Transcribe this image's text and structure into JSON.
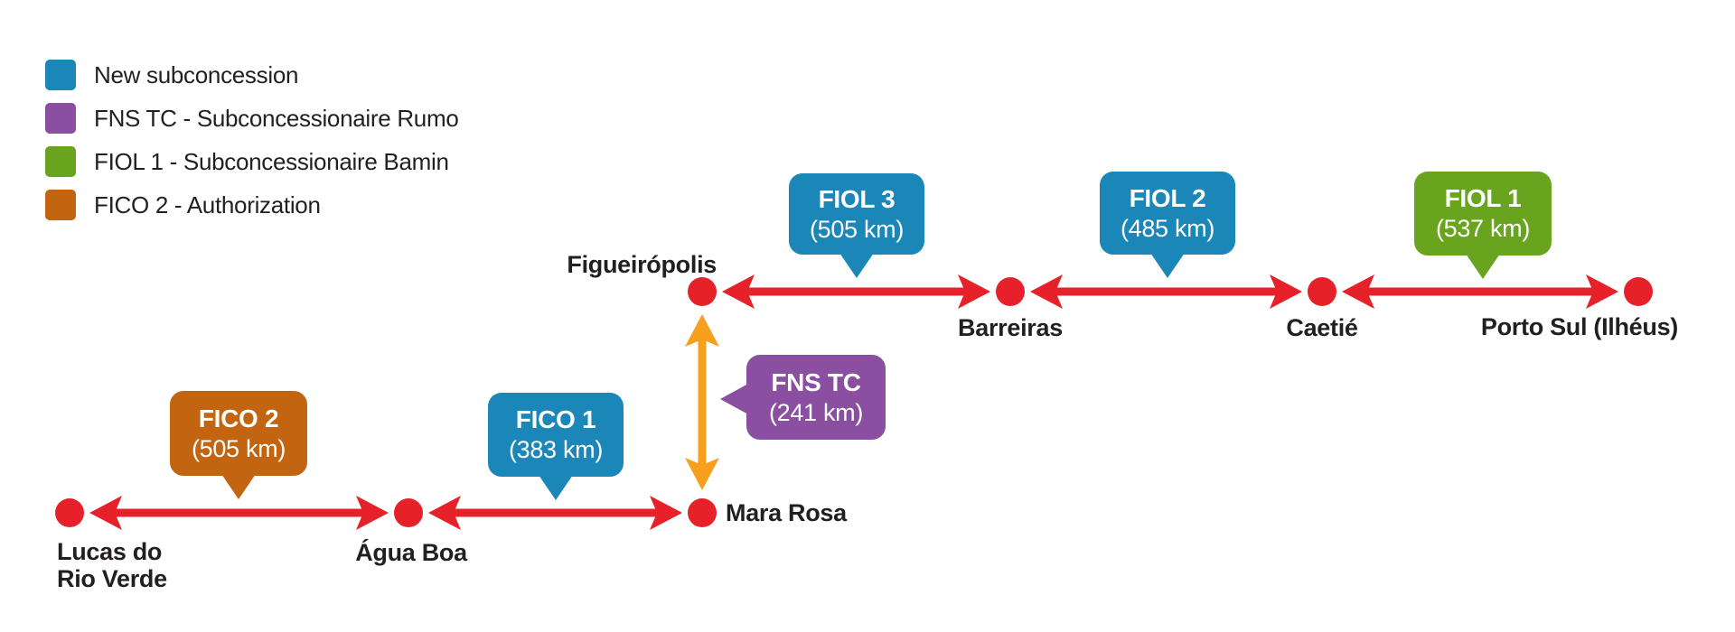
{
  "legend": {
    "items": [
      {
        "label": "New subconcession",
        "color": "#1b87b9"
      },
      {
        "label": "FNS TC - Subconcessionaire Rumo",
        "color": "#8a4fa0"
      },
      {
        "label": "FIOL 1 - Subconcessionaire Bamin",
        "color": "#68a41d"
      },
      {
        "label": "FICO 2 - Authorization",
        "color": "#c36410"
      }
    ]
  },
  "callouts": {
    "fiol3": {
      "title": "FIOL 3",
      "length": "(505 km)",
      "color": "#1b87b9"
    },
    "fiol2": {
      "title": "FIOL 2",
      "length": "(485 km)",
      "color": "#1b87b9"
    },
    "fiol1": {
      "title": "FIOL 1",
      "length": "(537 km)",
      "color": "#68a41d"
    },
    "fnstc": {
      "title": "FNS TC",
      "length": "(241 km)",
      "color": "#8a4fa0"
    },
    "fico2": {
      "title": "FICO 2",
      "length": "(505 km)",
      "color": "#c36410"
    },
    "fico1": {
      "title": "FICO 1",
      "length": "(383 km)",
      "color": "#1b87b9"
    }
  },
  "stations": {
    "figueiropolis": "Figueirópolis",
    "barreiras": "Barreiras",
    "caetie": "Caetié",
    "porto_sul": "Porto Sul (Ilhéus)",
    "mara_rosa": "Mara Rosa",
    "agua_boa": "Água Boa",
    "lucas_do_rio_verde": "Lucas do\nRio Verde"
  },
  "colors": {
    "rail_line_red": "#e62129",
    "connector_orange": "#f7a01d",
    "station_dot_red": "#e62129",
    "text_black": "#231f20",
    "background": "#ffffff"
  }
}
